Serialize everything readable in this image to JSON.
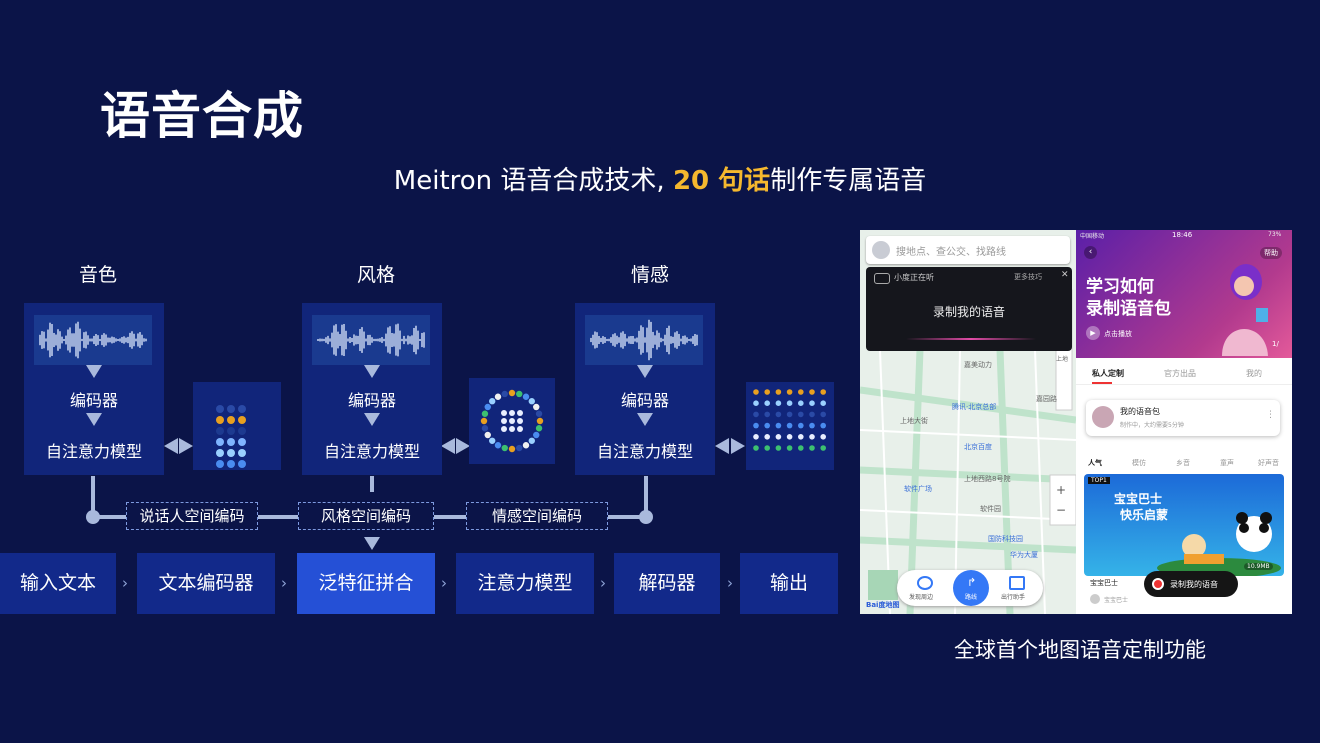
{
  "slide": {
    "title": "语音合成",
    "subtitle_prefix": "Meitron 语音合成技术, ",
    "subtitle_highlight": "20 句话",
    "subtitle_suffix": "制作专属语音"
  },
  "columns": [
    {
      "label": "音色",
      "encoder": "编码器",
      "attention": "自注意力模型"
    },
    {
      "label": "风格",
      "encoder": "编码器",
      "attention": "自注意力模型"
    },
    {
      "label": "情感",
      "encoder": "编码器",
      "attention": "自注意力模型"
    }
  ],
  "codes": [
    "说话人空间编码",
    "风格空间编码",
    "情感空间编码"
  ],
  "pipeline": [
    "输入文本",
    "文本编码器",
    "泛特征拼合",
    "注意力模型",
    "解码器",
    "输出"
  ],
  "colors": {
    "background": "#0b1448",
    "highlight": "#f5b82e",
    "module": "#11257a",
    "active": "#2550d6"
  },
  "phone_left": {
    "search_placeholder": "搜地点、查公交、找路线",
    "assistant": "小度正在听",
    "assistant_more": "更多技巧",
    "record_prompt": "录制我的语音",
    "map_labels": [
      "嘉园路",
      "腾讯·北京总部",
      "北京百度",
      "软件广场",
      "国防科技园",
      "华为大厦",
      "嘉美动力",
      "上地",
      "上地大街",
      "上地西路8号院",
      "软件园"
    ],
    "nav_items": [
      "发现周边",
      "路线",
      "出行助手"
    ],
    "logo": "Bai度地图"
  },
  "phone_right": {
    "status_left": "中国移动",
    "status_time": "18:46",
    "status_battery": "73%",
    "help": "帮助",
    "hero_line1": "学习如何",
    "hero_line2": "录制语音包",
    "play_label": "点击播放",
    "page_indicator": "1/",
    "tabs": [
      "私人定制",
      "官方出品",
      "我的"
    ],
    "my_pack_title": "我的语音包",
    "my_pack_sub": "制作中，大约需要5分钟",
    "categories": [
      "人气",
      "模仿",
      "乡音",
      "童声",
      "好声音"
    ],
    "top_badge": "TOP1",
    "banner_line1": "宝宝巴士",
    "banner_line2": "快乐启蒙",
    "banner_size": "10.9MB",
    "item_title": "宝宝巴士",
    "item_sub": "宝宝巴士",
    "record_button": "录制我的语音"
  },
  "caption": "全球首个地图语音定制功能"
}
